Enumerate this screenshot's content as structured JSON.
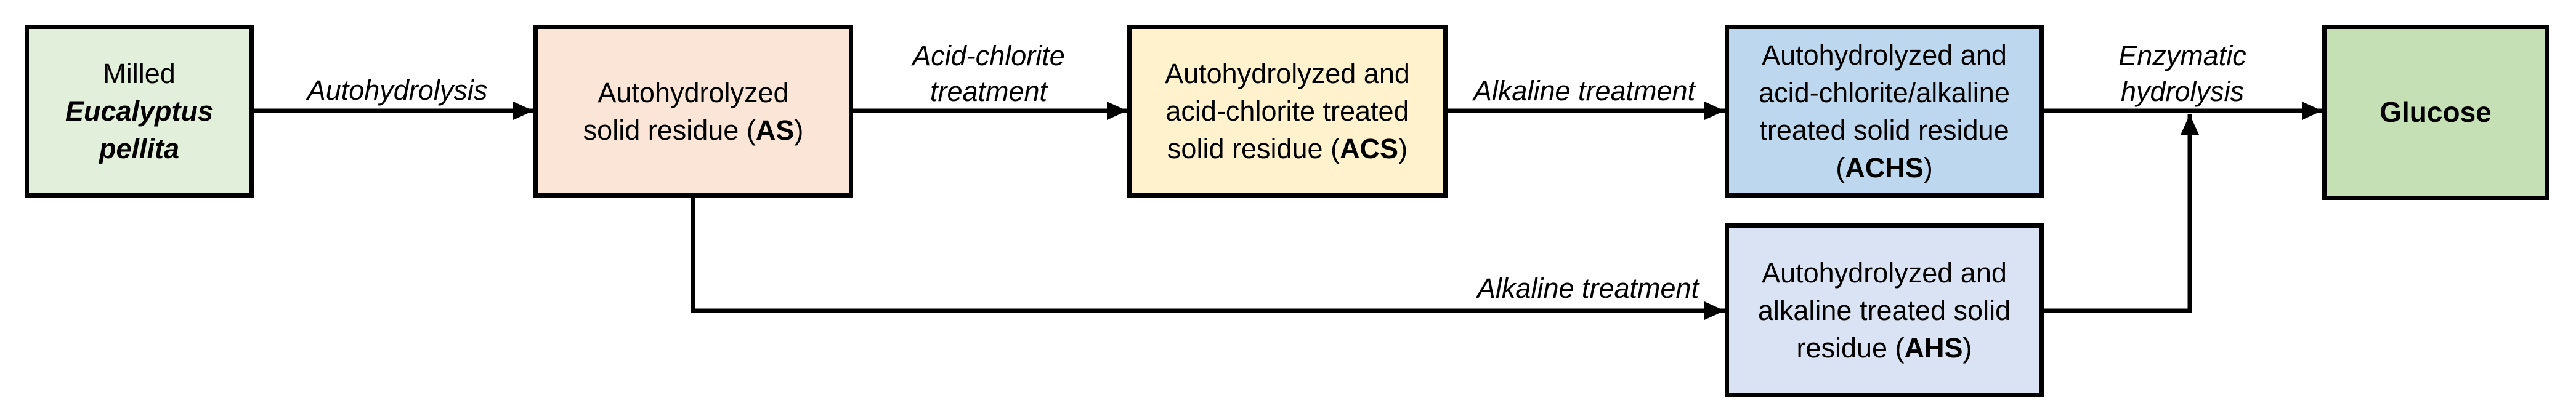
{
  "diagram": {
    "type": "flowchart",
    "nodes": {
      "feedstock": {
        "line1": "Milled",
        "line2": "Eucalyptus",
        "line3": "pellita",
        "fill": "#e2efda"
      },
      "as": {
        "line1": "Autohydrolyzed",
        "line2_prefix": "solid residue (",
        "abbr": "AS",
        "line2_suffix": ")",
        "fill": "#fbe5d6"
      },
      "acs": {
        "line1": "Autohydrolyzed and",
        "line2": "acid-chlorite treated",
        "line3_prefix": "solid residue (",
        "abbr": "ACS",
        "line3_suffix": ")",
        "fill": "#fff2cc"
      },
      "achs": {
        "line1": "Autohydrolyzed and",
        "line2": "acid-chlorite/alkaline",
        "line3": "treated solid residue",
        "line4_prefix": "(",
        "abbr": "ACHS",
        "line4_suffix": ")",
        "fill": "#bdd7ee"
      },
      "ahs": {
        "line1": "Autohydrolyzed and",
        "line2": "alkaline treated solid",
        "line3_prefix": "residue (",
        "abbr": "AHS",
        "line3_suffix": ")",
        "fill": "#dae3f3"
      },
      "glucose": {
        "label": "Glucose",
        "fill": "#c5e0b4"
      }
    },
    "edges": {
      "autohydrolysis": {
        "label": "Autohydrolysis"
      },
      "acid_chlorite": {
        "line1": "Acid-chlorite",
        "line2": "treatment"
      },
      "alkaline_top": {
        "label": "Alkaline treatment"
      },
      "enzymatic": {
        "line1": "Enzymatic",
        "line2": "hydrolysis"
      },
      "alkaline_bottom": {
        "label": "Alkaline treatment"
      }
    },
    "stroke_color": "#000000",
    "border_color": "#000000",
    "text_color": "#000000",
    "background_color": "#ffffff"
  }
}
